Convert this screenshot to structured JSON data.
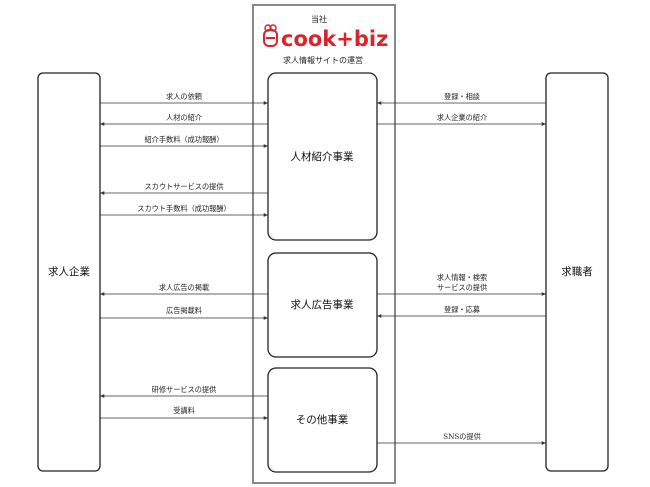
{
  "company": {
    "prefix": "当社",
    "brand": "cook+biz",
    "subtitle": "求人情報サイトの運営",
    "brand_color": "#d9232d"
  },
  "actors": {
    "left": "求人企業",
    "right": "求職者"
  },
  "businesses": [
    {
      "name": "人材紹介事業",
      "flows": [
        {
          "text": "求人の依頼",
          "side": "left",
          "dir": "in"
        },
        {
          "text": "人材の紹介",
          "side": "left",
          "dir": "out"
        },
        {
          "text": "紹介手数料（成功報酬）",
          "side": "left",
          "dir": "in"
        },
        {
          "text": "スカウトサービスの提供",
          "side": "left",
          "dir": "out"
        },
        {
          "text": "スカウト手数料（成功報酬）",
          "side": "left",
          "dir": "in"
        },
        {
          "text": "登録・相談",
          "side": "right",
          "dir": "in"
        },
        {
          "text": "求人企業の紹介",
          "side": "right",
          "dir": "out"
        }
      ]
    },
    {
      "name": "求人広告事業",
      "flows": [
        {
          "text": "求人広告の掲載",
          "side": "left",
          "dir": "out"
        },
        {
          "text": "広告掲載料",
          "side": "left",
          "dir": "in"
        },
        {
          "text": "求人情報・検索",
          "text2": "サービスの提供",
          "side": "right",
          "dir": "out"
        },
        {
          "text": "登録・応募",
          "side": "right",
          "dir": "in"
        }
      ]
    },
    {
      "name": "その他事業",
      "flows": [
        {
          "text": "研修サービスの提供",
          "side": "left",
          "dir": "out"
        },
        {
          "text": "受講料",
          "side": "left",
          "dir": "in"
        },
        {
          "text": "SNSの提供",
          "side": "right",
          "dir": "out"
        }
      ]
    }
  ]
}
